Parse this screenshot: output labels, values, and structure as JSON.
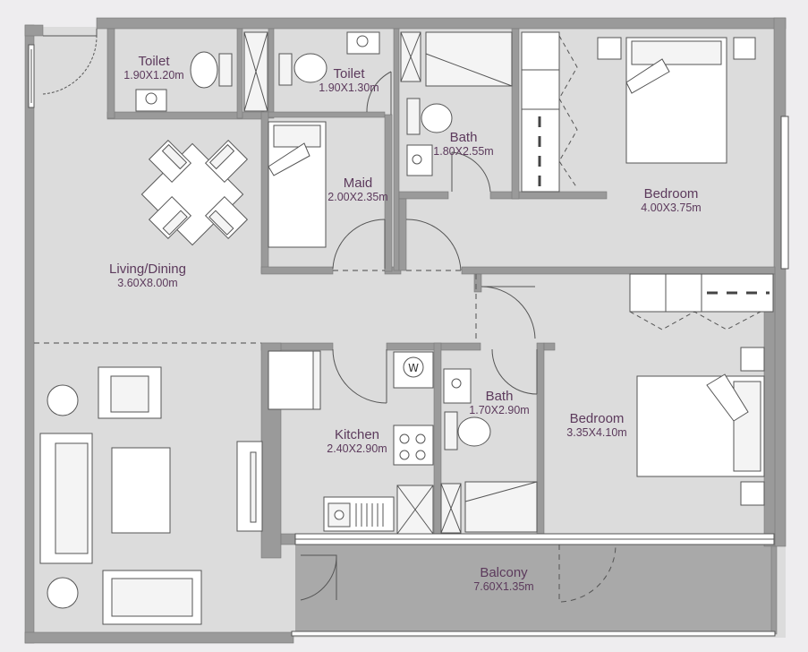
{
  "rooms": {
    "toilet_1": {
      "name": "Toilet",
      "dims": "1.90X1.20m"
    },
    "toilet_2": {
      "name": "Toilet",
      "dims": "1.90X1.30m"
    },
    "bath_1": {
      "name": "Bath",
      "dims": "1.80X2.55m"
    },
    "bedroom_1": {
      "name": "Bedroom",
      "dims": "4.00X3.75m"
    },
    "maid": {
      "name": "Maid",
      "dims": "2.00X2.35m"
    },
    "living": {
      "name": "Living/Dining",
      "dims": "3.60X8.00m"
    },
    "kitchen": {
      "name": "Kitchen",
      "dims": "2.40X2.90m"
    },
    "bath_2": {
      "name": "Bath",
      "dims": "1.70X2.90m"
    },
    "bedroom_2": {
      "name": "Bedroom",
      "dims": "3.35X4.10m"
    },
    "balcony": {
      "name": "Balcony",
      "dims": "7.60X1.35m"
    }
  },
  "colors": {
    "background": "#eeedef",
    "floor": "#dcdcdc",
    "balcony_floor": "#a9a9a9",
    "wall": "#9a9a9a",
    "label": "#5c3a5c"
  }
}
